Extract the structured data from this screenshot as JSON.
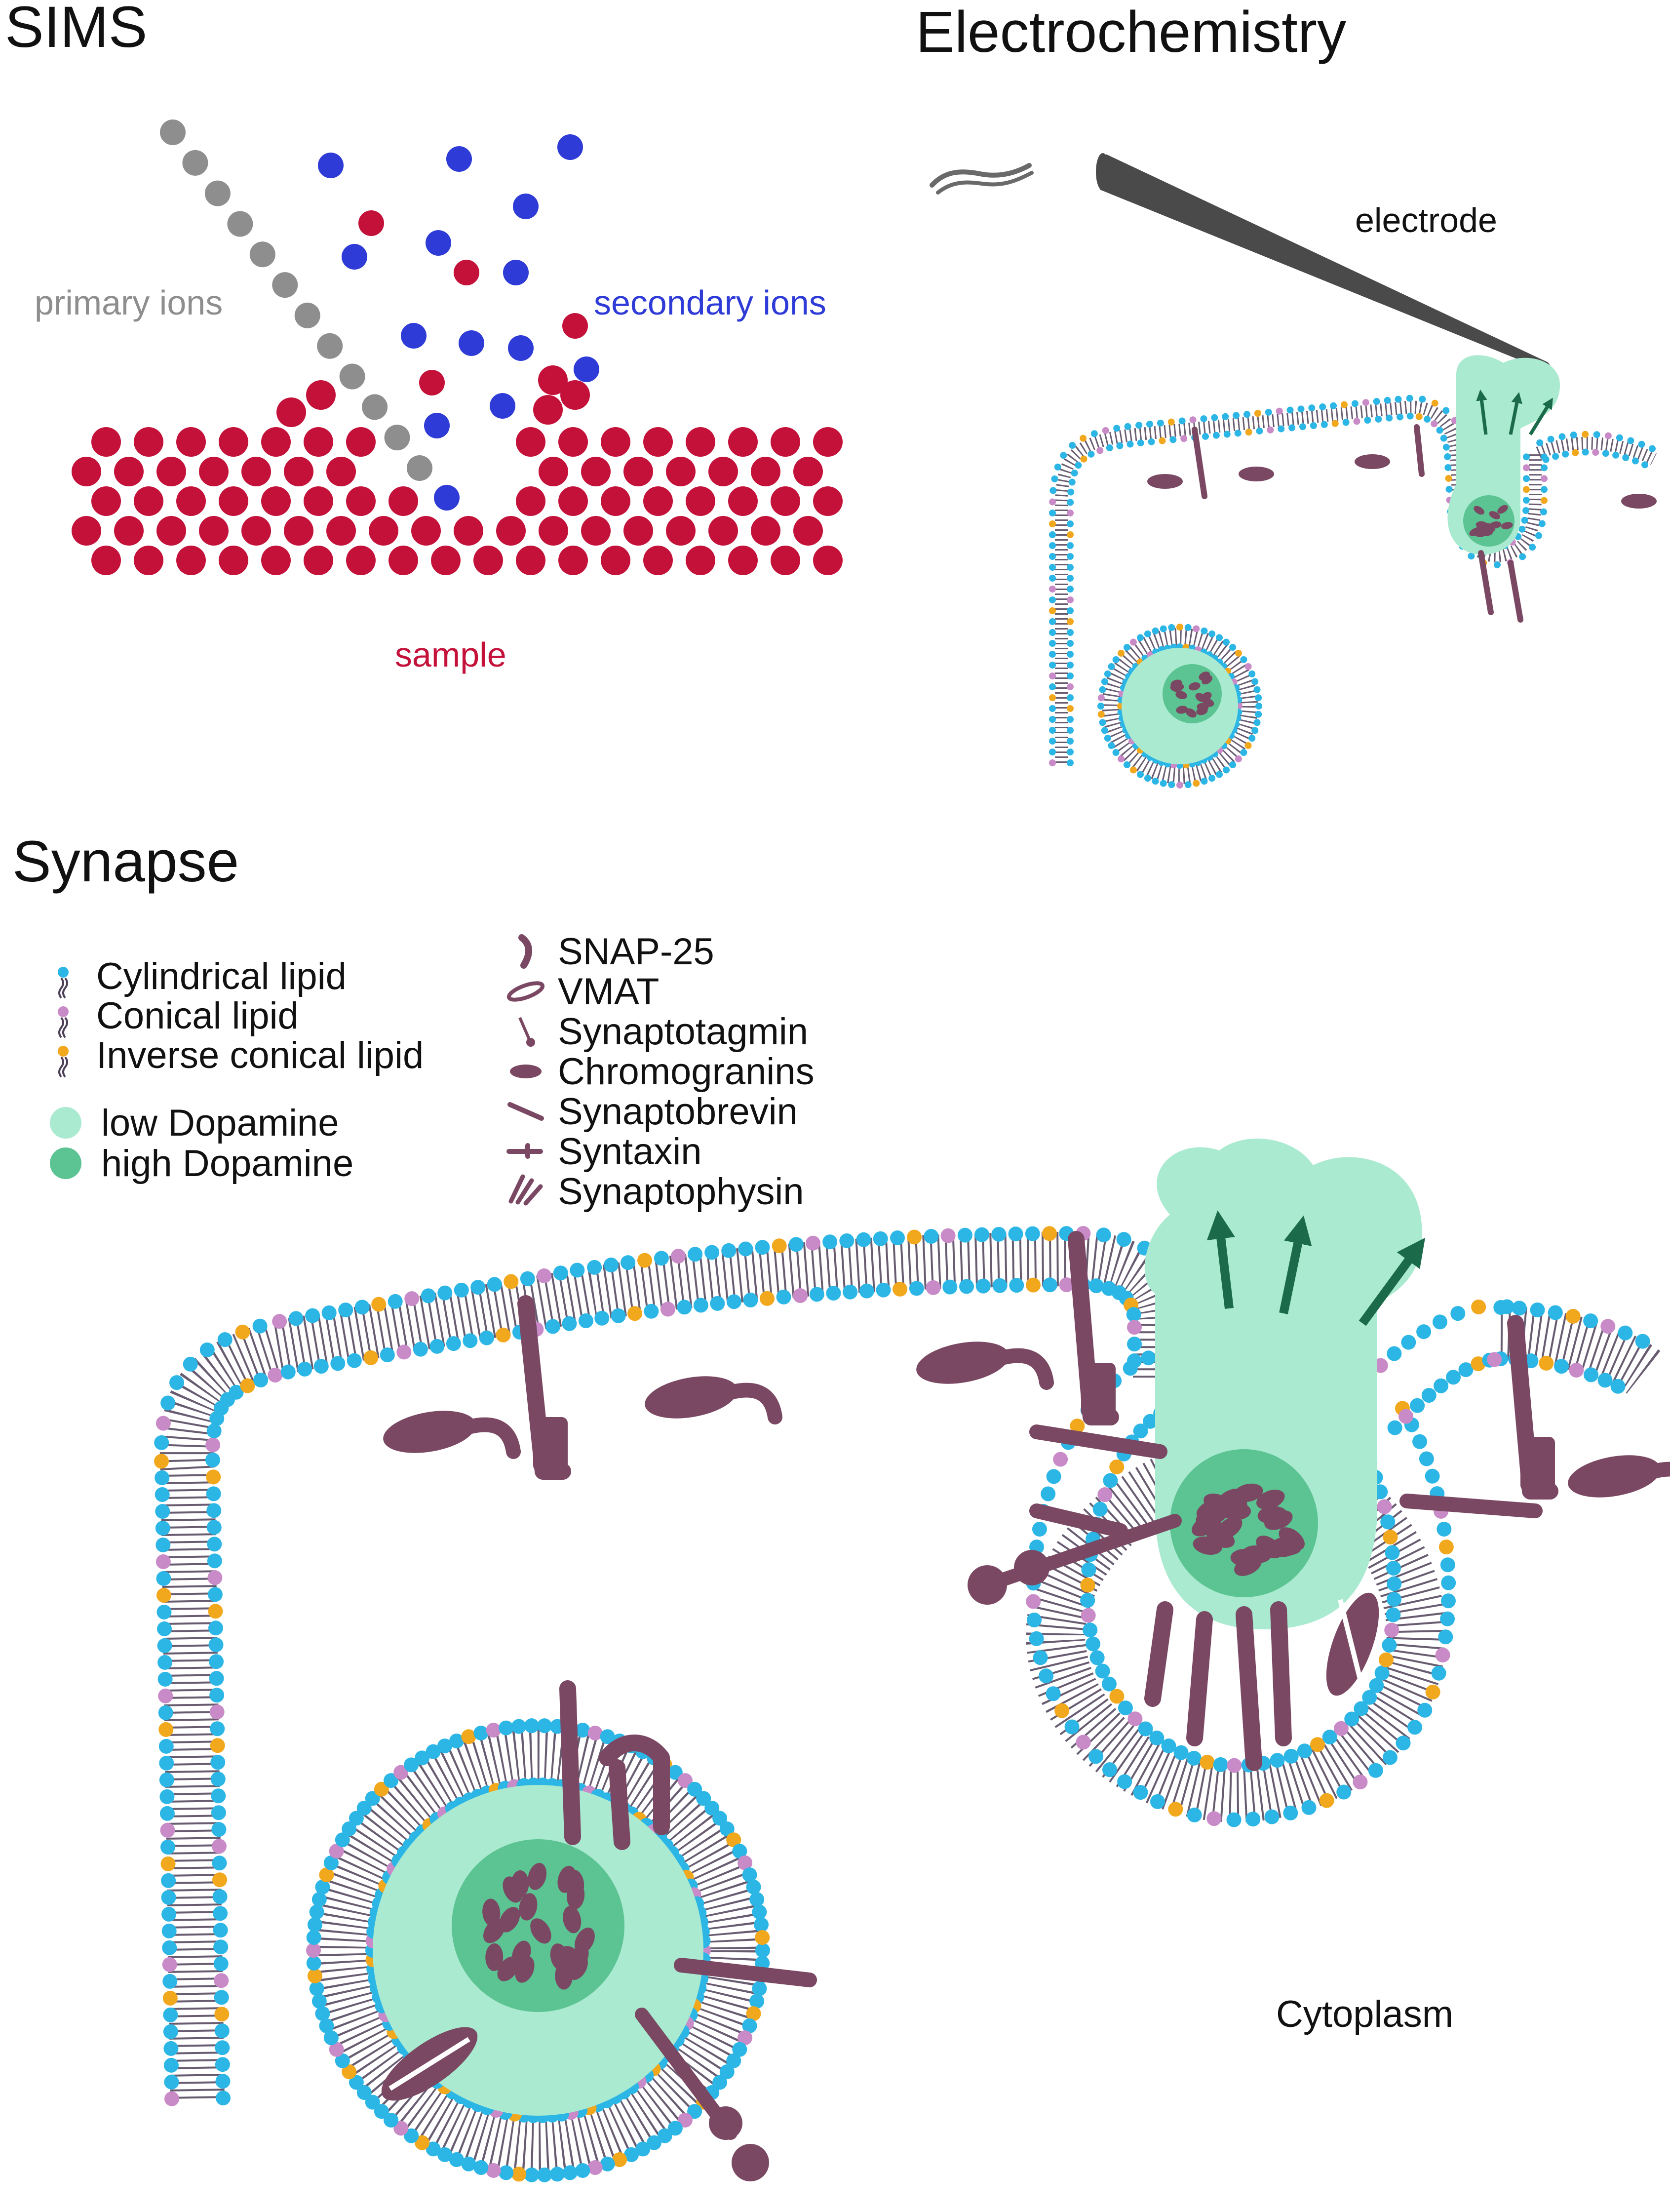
{
  "panels": {
    "sims": {
      "title": "SIMS",
      "primary_ions": "primary ions",
      "secondary_ions": "secondary ions",
      "sample": "sample"
    },
    "electrochemistry": {
      "title": "Electrochemistry",
      "electrode": "electrode"
    },
    "synapse": {
      "title": "Synapse",
      "cytoplasm": "Cytoplasm"
    }
  },
  "legend": {
    "lipids": [
      "Cylindrical lipid",
      "Conical lipid",
      "Inverse conical lipid"
    ],
    "dopamine": [
      "low Dopamine",
      "high Dopamine"
    ],
    "proteins": [
      "SNAP-25",
      "VMAT",
      "Synaptotagmin",
      "Chromogranins",
      "Synaptobrevin",
      "Syntaxin",
      "Synaptophysin"
    ]
  },
  "colors": {
    "sample": "#c4113a",
    "primary_ion": "#8e8e8e",
    "secondary_ion": "#2e3bd6",
    "cylindrical_lipid": "#2cb6e6",
    "conical_lipid": "#c98ac8",
    "inverse_conical_lipid": "#f2a81d",
    "low_dopamine": "#a9ead0",
    "high_dopamine": "#5cc392",
    "protein": "#7a4862",
    "arrow": "#1b6b4a",
    "electrode": "#4a4a4a"
  },
  "icons": [
    "electrode-icon",
    "arrow-icon",
    "vesicle-icon",
    "membrane-icon"
  ]
}
